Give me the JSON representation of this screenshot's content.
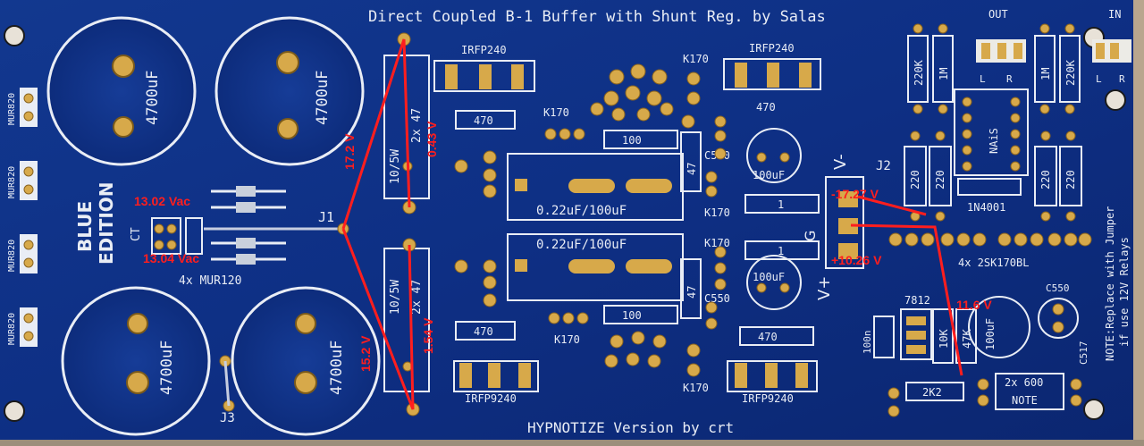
{
  "board": {
    "title": "Direct Coupled B-1 Buffer with Shunt Reg. by Salas",
    "footer": "HYPNOTIZE Version by crt",
    "edition_line1": "BLUE",
    "edition_line2": "EDITION",
    "note_line1": "NOTE:Replace with Jumper",
    "note_line2": "if use 12V Relays",
    "colors": {
      "pcb": "#0f2f86",
      "trace": "#1e49b8",
      "silk": "#e9edf5",
      "copper": "#d7a94a",
      "probe": "#ff1e1e"
    }
  },
  "labels": {
    "ct": "CT",
    "mur_bridge": "4x MUR120",
    "mur820": "MUR820",
    "cap_4700": "4700uF",
    "irfp240": "IRFP240",
    "irfp9240": "IRFP9240",
    "k170": "K170",
    "r470": "470",
    "r100": "100",
    "r47": "47",
    "r1": "1",
    "r10_5w": "10/5W",
    "r2x47": "2x 47",
    "cap_film": "0.22uF/100uF",
    "c560": "C560",
    "c550": "C550",
    "c517": "C517",
    "cap_100": "100uF",
    "j1": "J1",
    "j2": "J2",
    "j3": "J3",
    "out": "OUT",
    "in": "IN",
    "l": "L",
    "r": "R",
    "r220k": "220K",
    "r1m": "1M",
    "r220": "220",
    "nais": "NAiS",
    "diode": "1N4001",
    "jfets": "4x 2SK170BL",
    "reg": "7812",
    "r10k": "10K",
    "r47k": "47K",
    "c100n": "100n",
    "r2k2": "2K2",
    "r2x600": "2x 600",
    "note_box": "NOTE",
    "vplus": "V+",
    "vminus": "V-",
    "g": "G"
  },
  "measurements": {
    "ac_top": "13.02 Vac",
    "ac_bottom": "13.04 Vac",
    "rail_pos_raw": "17.2 V",
    "rail_pos_drop": "0.43 V",
    "rail_neg_raw": "15.2 V",
    "rail_neg_drop": "1.54 V",
    "vminus_out": "-17.27 V",
    "vplus_out": "+10.26 V",
    "relay_v": "11.6 V"
  }
}
